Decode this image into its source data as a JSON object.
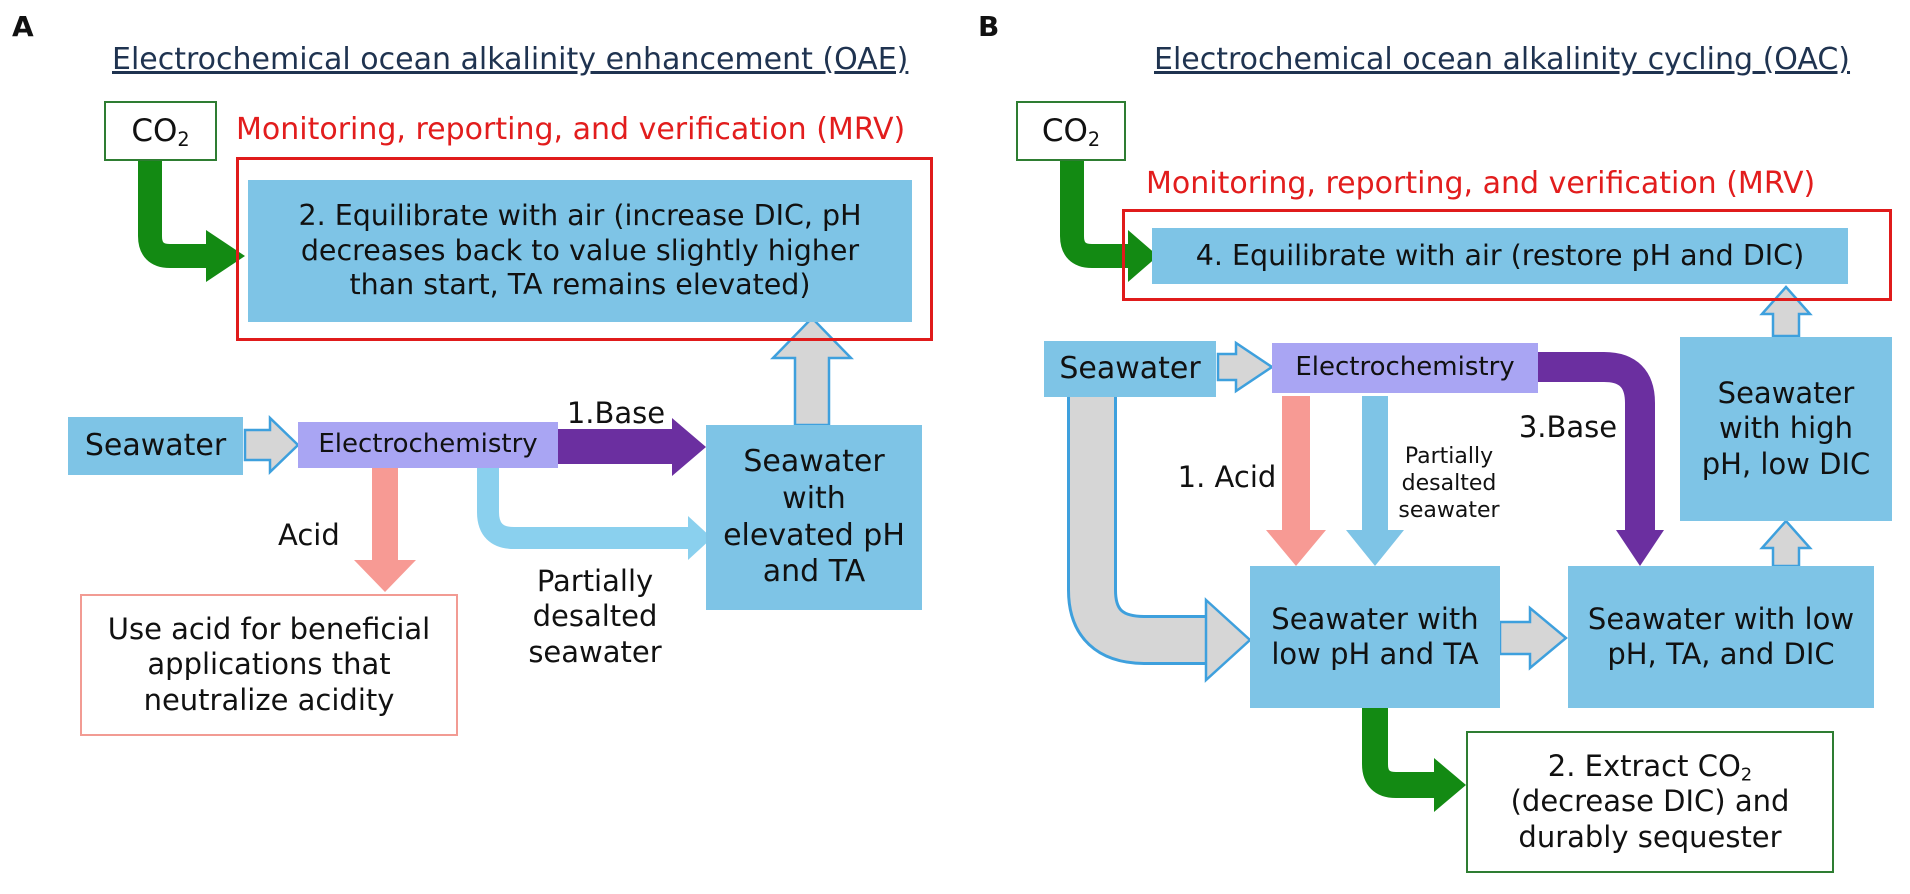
{
  "panelA": {
    "letter": "A",
    "title": "Electrochemical ocean alkalinity enhancement (OAE)",
    "co2": {
      "main": "CO",
      "sub": "2"
    },
    "mrv": "Monitoring, reporting, and verification (MRV)",
    "equilibrate": "2. Equilibrate with air (increase DIC, pH decreases back to value slightly higher than start, TA remains elevated)",
    "seawater": "Seawater",
    "electrochemistry": "Electrochemistry",
    "base": "1.Base",
    "acid": "Acid",
    "partially_desalted": "Partially desalted seawater",
    "elevated": "Seawater with elevated pH and TA",
    "use_acid": "Use acid for beneficial applications that neutralize acidity"
  },
  "panelB": {
    "letter": "B",
    "title": "Electrochemical ocean alkalinity cycling (OAC)",
    "co2": {
      "main": "CO",
      "sub": "2"
    },
    "mrv": "Monitoring, reporting, and verification (MRV)",
    "equilibrate": "4. Equilibrate with air (restore pH and DIC)",
    "seawater": "Seawater",
    "electrochemistry": "Electrochemistry",
    "acid": "1. Acid",
    "partially_desalted": "Partially desalted seawater",
    "base": "3.Base",
    "high_ph": "Seawater with high pH, low DIC",
    "low_ph_ta": "Seawater with low pH and TA",
    "low_ph_ta_dic": "Seawater with low pH, TA, and DIC",
    "extract": {
      "pre": "2. Extract CO",
      "sub": "2",
      "post": " (decrease DIC) and durably sequester"
    }
  },
  "colors": {
    "blue_box": "#7ec4e6",
    "electrochemistry": "#a9a5f3",
    "mrv_red": "#e01b1b",
    "co2_arrow_green": "#138a13",
    "base_arrow_purple": "#6b2fa0",
    "acid_arrow_pink": "#f79a94",
    "flow_arrow_grey": "#d6d6d6"
  }
}
